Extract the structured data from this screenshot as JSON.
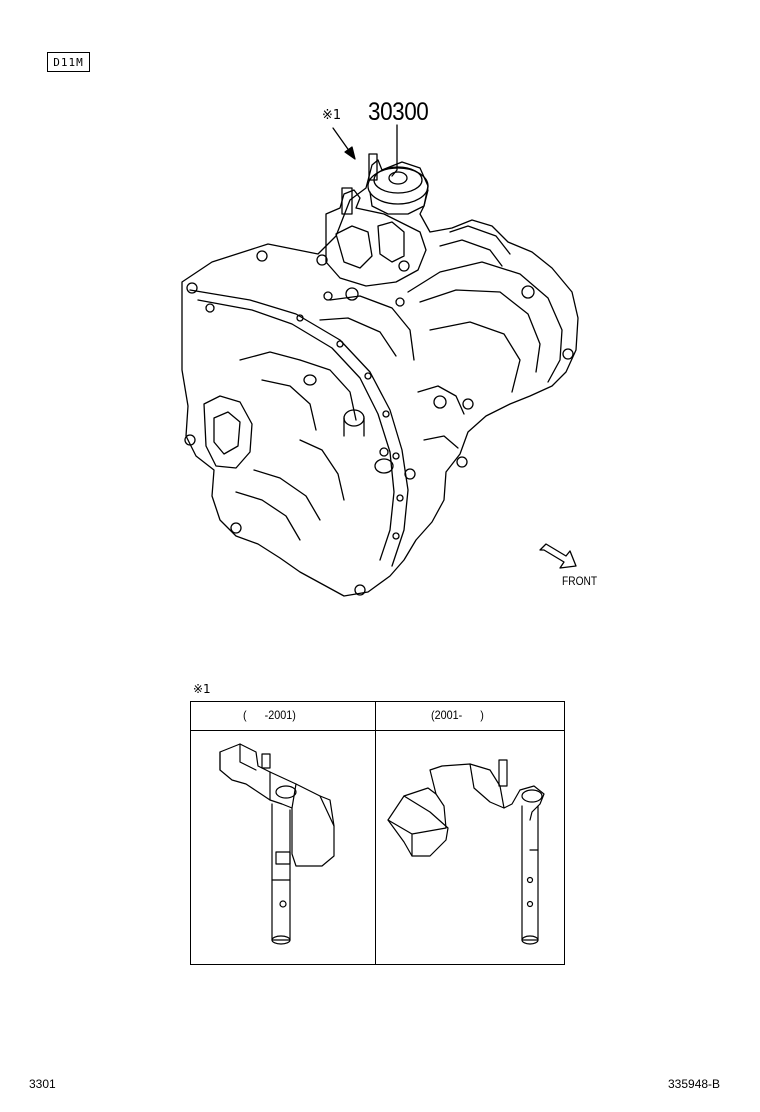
{
  "header": {
    "code": "D11M"
  },
  "callout": {
    "mark": "※1",
    "part_number": "30300"
  },
  "direction": {
    "label": "FRONT"
  },
  "legend": {
    "mark": "※1",
    "columns": [
      {
        "label": "(      -2001)"
      },
      {
        "label": "(2001-      )"
      }
    ]
  },
  "footer": {
    "page": "3301",
    "diagram_id": "335948-B"
  }
}
